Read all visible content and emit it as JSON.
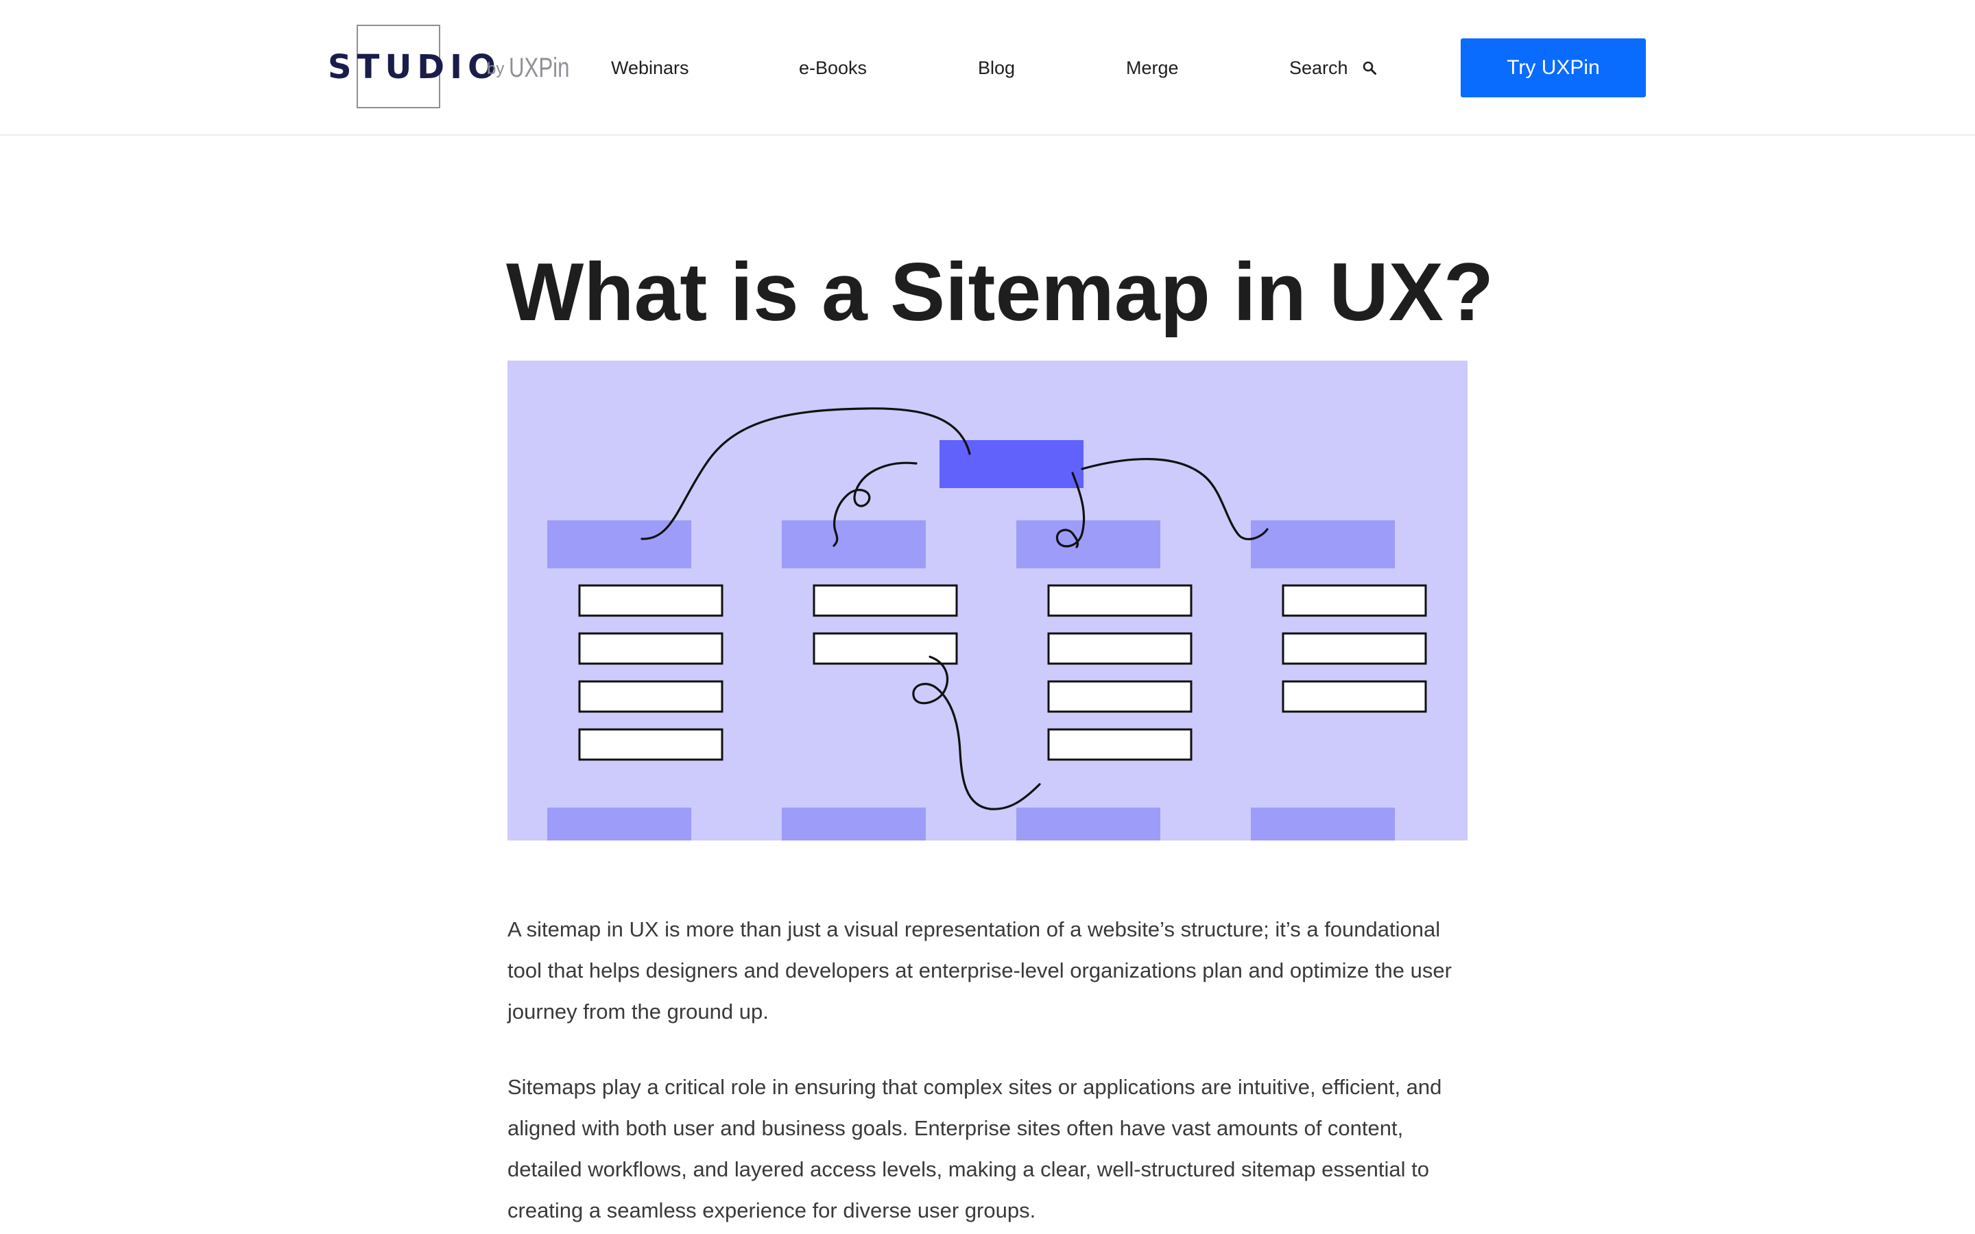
{
  "header": {
    "logo": {
      "studio_text": "STUDIO",
      "by_text": "by",
      "brand_text": "UXPin",
      "brand_color": "#1a1d4a",
      "secondary_color": "#8f8f95"
    },
    "nav": [
      {
        "label": "Webinars"
      },
      {
        "label": "e-Books"
      },
      {
        "label": "Blog"
      },
      {
        "label": "Merge"
      }
    ],
    "search": {
      "label": "Search",
      "icon": "search-icon"
    },
    "cta": {
      "label": "Try UXPin",
      "color": "#0a6bff"
    }
  },
  "article": {
    "title": "What is a Sitemap in UX?",
    "hero": {
      "background_color": "#cccbfb",
      "root_block_color": "#6161fb",
      "section_block_color": "#9d9cf8",
      "page_box_color": "#ffffff",
      "connector_color": "#111111"
    },
    "paragraphs": [
      "A sitemap in UX is more than just a visual representation of a website’s structure; it’s a foundational tool that helps designers and developers at enterprise-level organizations plan and optimize the user journey from the ground up.",
      "Sitemaps play a critical role in ensuring that complex sites or applications are intuitive, efficient, and aligned with both user and business goals. Enterprise sites often have vast amounts of content, detailed workflows, and layered access levels, making a clear, well-structured sitemap essential to creating a seamless experience for diverse user groups."
    ]
  }
}
